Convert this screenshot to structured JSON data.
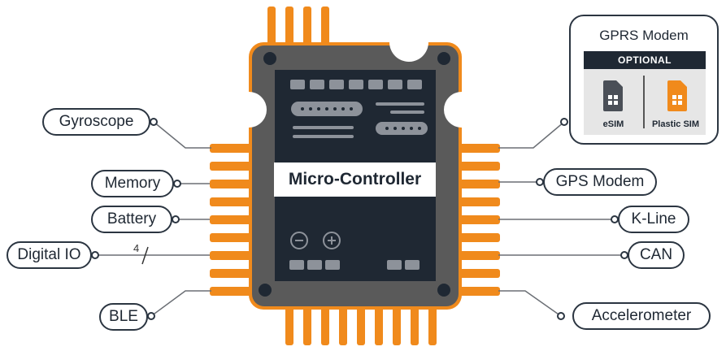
{
  "microcontroller": {
    "label": "Micro-Controller"
  },
  "left_components": [
    {
      "name": "gyroscope",
      "label": "Gyroscope"
    },
    {
      "name": "memory",
      "label": "Memory"
    },
    {
      "name": "battery",
      "label": "Battery"
    },
    {
      "name": "digital-io",
      "label": "Digital IO",
      "bus_width": "4"
    },
    {
      "name": "ble",
      "label": "BLE"
    }
  ],
  "right_components": [
    {
      "name": "gps-modem",
      "label": "GPS Modem"
    },
    {
      "name": "k-line",
      "label": "K-Line"
    },
    {
      "name": "can",
      "label": "CAN"
    },
    {
      "name": "accelerometer",
      "label": "Accelerometer"
    }
  ],
  "gprs_modem": {
    "title": "GPRS Modem",
    "badge": "OPTIONAL",
    "options": [
      {
        "label": "eSIM",
        "icon": "sim-card-icon",
        "color": "#4a4f57"
      },
      {
        "label": "Plastic SIM",
        "icon": "sim-card-icon",
        "color": "#f08a1c"
      }
    ]
  },
  "colors": {
    "accent": "#f08a1c",
    "chip": "#5a5a5a",
    "core": "#1f2833",
    "outline": "#2b3541"
  }
}
